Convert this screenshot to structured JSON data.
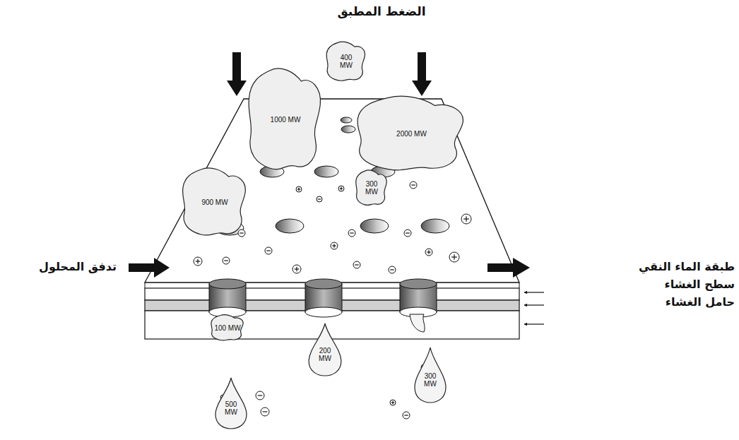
{
  "diagram": {
    "nodes": [
      {
        "text": [
          "400 MW"
        ]
      },
      {
        "text": [
          "1000 MW"
        ]
      },
      {
        "text": [
          "2000 MW"
        ]
      },
      {
        "text": [
          "300 MW"
        ]
      },
      {
        "text": [
          "900 MW"
        ]
      },
      {
        "text": [
          "100 MW"
        ]
      },
      {
        "text": [
          "500 MW"
        ]
      },
      {
        "text": [
          "200 MW"
        ]
      },
      {
        "text": [
          "300 MW"
        ]
      }
    ],
    "labels": [
      "الضغط المطبق",
      "تدفق المحلول",
      "طبقة الماء النقي",
      "سطح الغشاء",
      "حامل الغشاء"
    ]
  }
}
